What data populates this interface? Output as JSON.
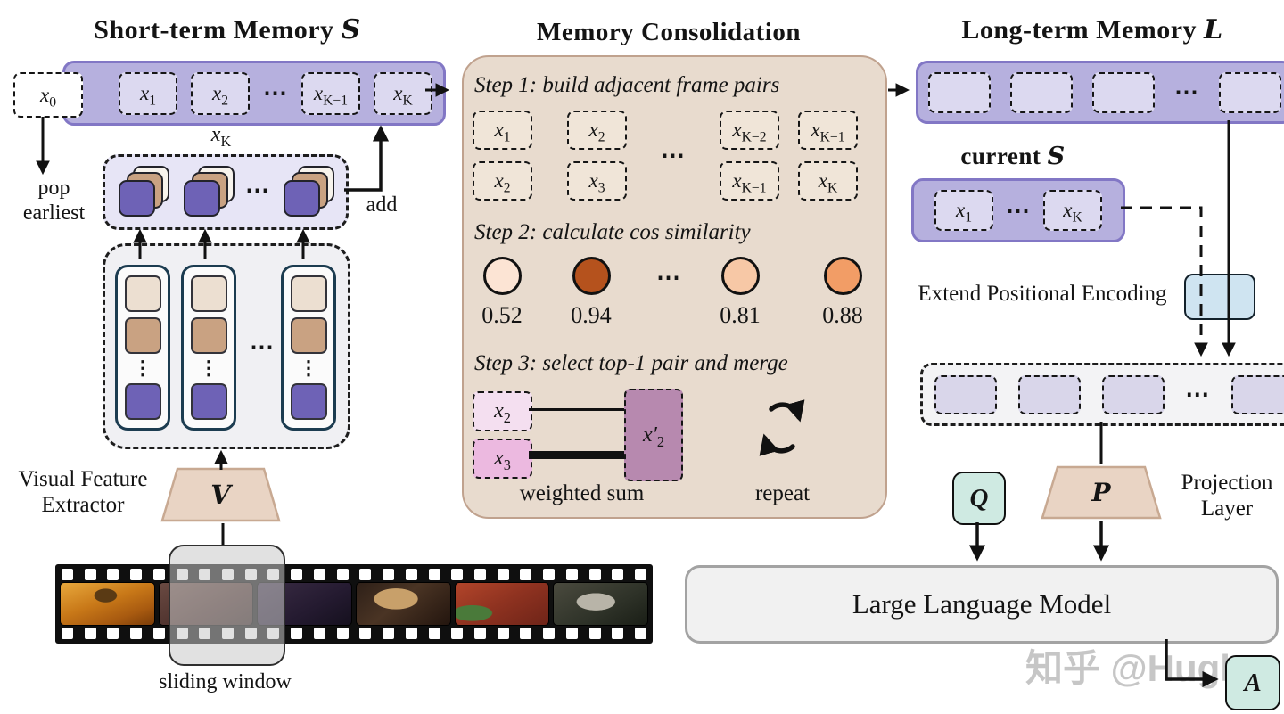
{
  "glyphs": {
    "hdots": "⋯",
    "vdots": "⋮"
  },
  "titles": {
    "short_term": "Short-term Memory",
    "short_term_sym": "S",
    "consolidation": "Memory Consolidation",
    "long_term": "Long-term Memory",
    "long_term_sym": "L"
  },
  "short_term": {
    "popped_token": "x_0",
    "tokens": [
      "x_1",
      "x_2",
      "⋯",
      "x_K−1",
      "x_K"
    ],
    "stack_label": "x_K",
    "pop_label": "pop earliest",
    "add_label": "add"
  },
  "encoder": {
    "symbol": "V",
    "label": "Visual Feature Extractor"
  },
  "film": {
    "window_label": "sliding window"
  },
  "consolidation": {
    "step1": "Step 1: build adjacent frame pairs",
    "pairs": [
      [
        "x_1",
        "x_2"
      ],
      [
        "x_2",
        "x_3"
      ],
      "⋯",
      [
        "x_K−2",
        "x_K−1"
      ],
      [
        "x_K−1",
        "x_K"
      ]
    ],
    "step2": "Step 2: calculate cos similarity",
    "similarities": [
      {
        "value": "0.52",
        "color": "#fce4d4"
      },
      {
        "value": "0.94",
        "color": "#b5521d"
      },
      {
        "gap": "⋯"
      },
      {
        "value": "0.81",
        "color": "#f7c8a6"
      },
      {
        "value": "0.88",
        "color": "#f29d66"
      }
    ],
    "step3": "Step 3: select top-1 pair and merge",
    "merge": {
      "top_token": "x_2",
      "bottom_token": "x_3",
      "merged_token": "x′_2",
      "caption": "weighted sum"
    },
    "repeat_label": "repeat"
  },
  "long_term": {
    "tokens": [
      "",
      "",
      "",
      "⋯",
      ""
    ]
  },
  "current_s": {
    "label": "current",
    "symbol": "S",
    "tokens": [
      "x_1",
      "⋯",
      "x_K"
    ]
  },
  "extend_pe": {
    "label": "Extend Positional Encoding"
  },
  "combined": {
    "tokens": [
      "",
      "",
      "",
      "⋯",
      ""
    ]
  },
  "projection": {
    "symbol": "P",
    "label": "Projection Layer"
  },
  "query": {
    "label": "Q"
  },
  "answer": {
    "label": "A"
  },
  "llm": {
    "label": "Large Language Model"
  },
  "watermark": "知乎 @Hugh"
}
